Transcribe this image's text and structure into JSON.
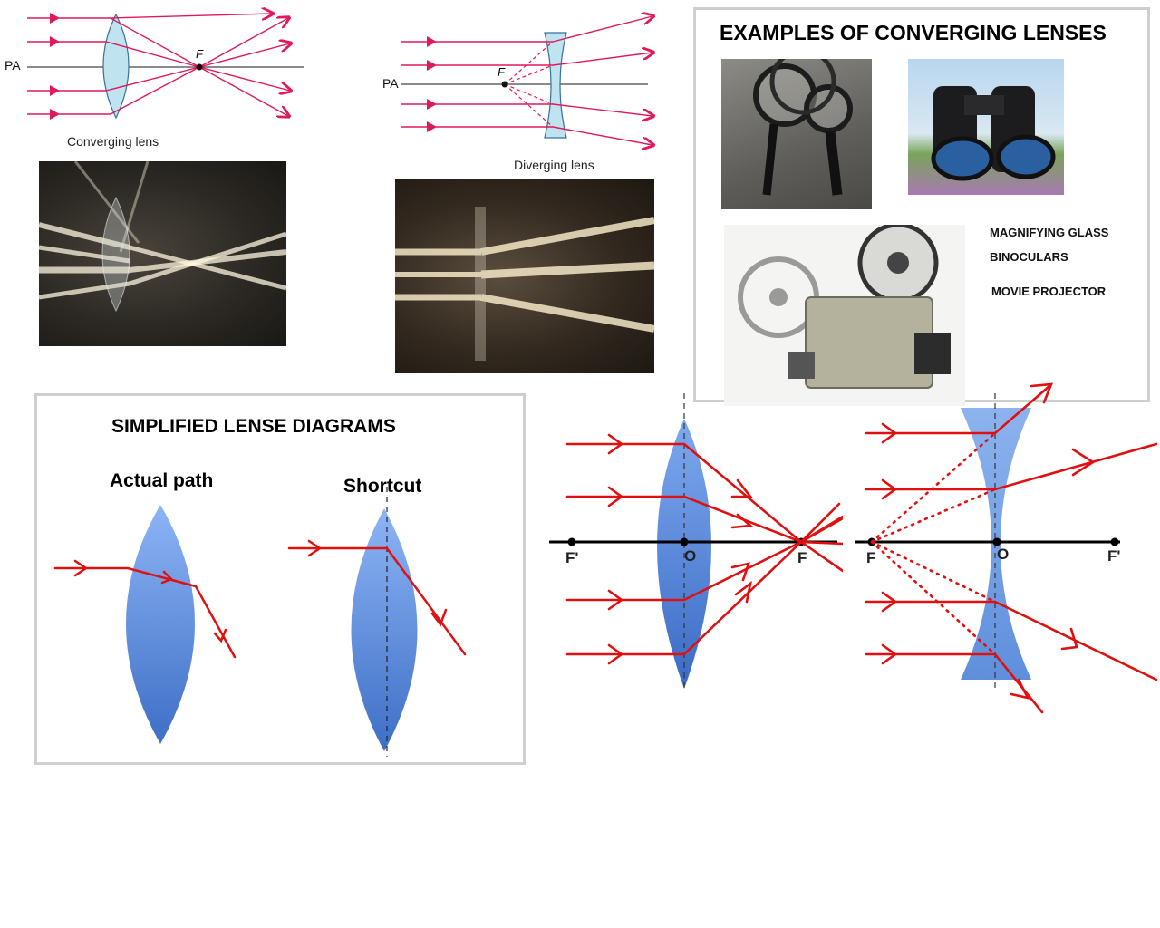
{
  "top_left_diagram": {
    "pa_label": "PA",
    "focus_label": "F",
    "caption": "Converging lens"
  },
  "top_middle_diagram": {
    "pa_label": "PA",
    "focus_label": "F",
    "caption": "Diverging lens"
  },
  "examples_panel": {
    "title": "EXAMPLES OF CONVERGING LENSES",
    "items": [
      "MAGNIFYING GLASS",
      "BINOCULARS",
      "MOVIE PROJECTOR"
    ]
  },
  "simplified_panel": {
    "title": "SIMPLIFIED LENSE DIAGRAMS",
    "actual_label": "Actual path",
    "shortcut_label": "Shortcut"
  },
  "converging_ray_diagram": {
    "left_focal": "F'",
    "center": "O",
    "right_focal": "F"
  },
  "diverging_ray_diagram": {
    "left_focal": "F",
    "center": "O",
    "right_focal": "F'"
  },
  "colors": {
    "ray": "#e01010",
    "lens_blue": "#5b8fe0",
    "lens_light": "#bfe3ef",
    "panel_border": "#cfcfcf"
  }
}
